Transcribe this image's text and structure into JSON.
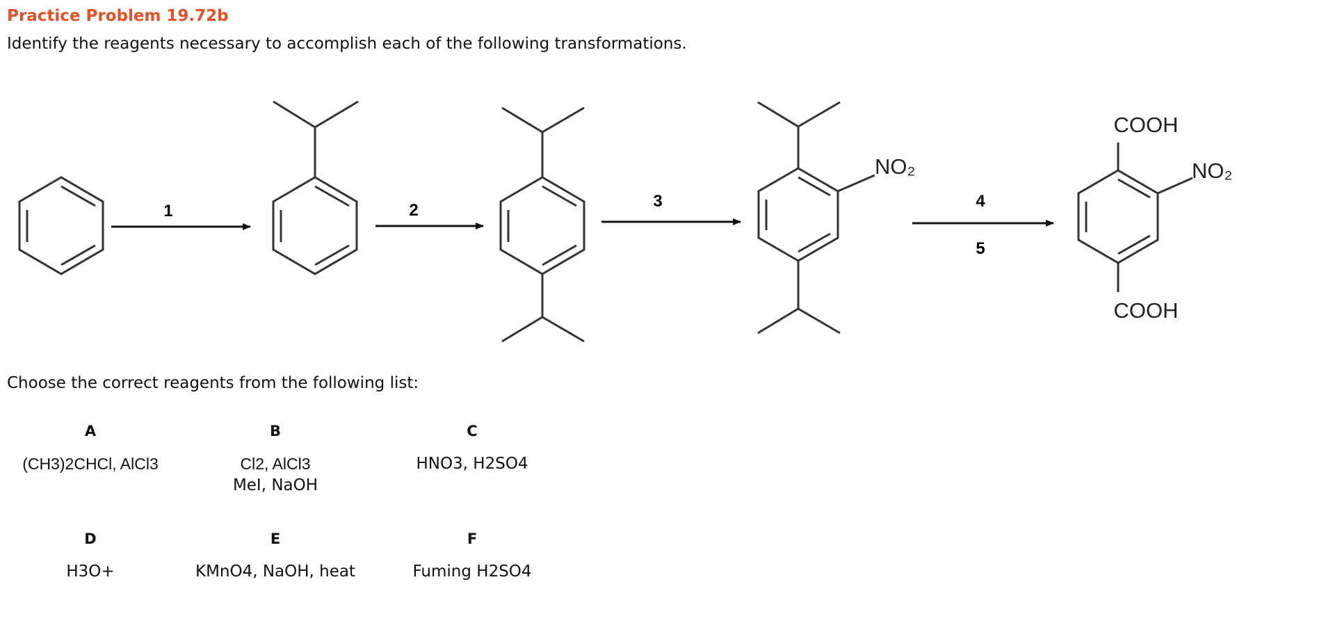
{
  "header": {
    "title": "Practice Problem 19.72b",
    "instruction": "Identify the reagents necessary to accomplish each of the following transformations."
  },
  "scheme": {
    "steps": [
      "1",
      "2",
      "3",
      "4",
      "5"
    ],
    "substituents": {
      "no2": "NO₂",
      "cooh_top": "COOH",
      "cooh_bottom": "COOH"
    }
  },
  "reagents": {
    "prompt": "Choose the correct reagents from the following list:",
    "options": [
      {
        "letter": "A",
        "lines": [
          "(CH3)2CHCl, AlCl3"
        ]
      },
      {
        "letter": "B",
        "lines": [
          "Cl2, AlCl3",
          "MeI, NaOH"
        ]
      },
      {
        "letter": "C",
        "lines": [
          "HNO3, H2SO4"
        ]
      },
      {
        "letter": "D",
        "lines": [
          "H3O+"
        ]
      },
      {
        "letter": "E",
        "lines": [
          "KMnO4, NaOH, heat"
        ]
      },
      {
        "letter": "F",
        "lines": [
          "Fuming H2SO4"
        ]
      }
    ]
  }
}
